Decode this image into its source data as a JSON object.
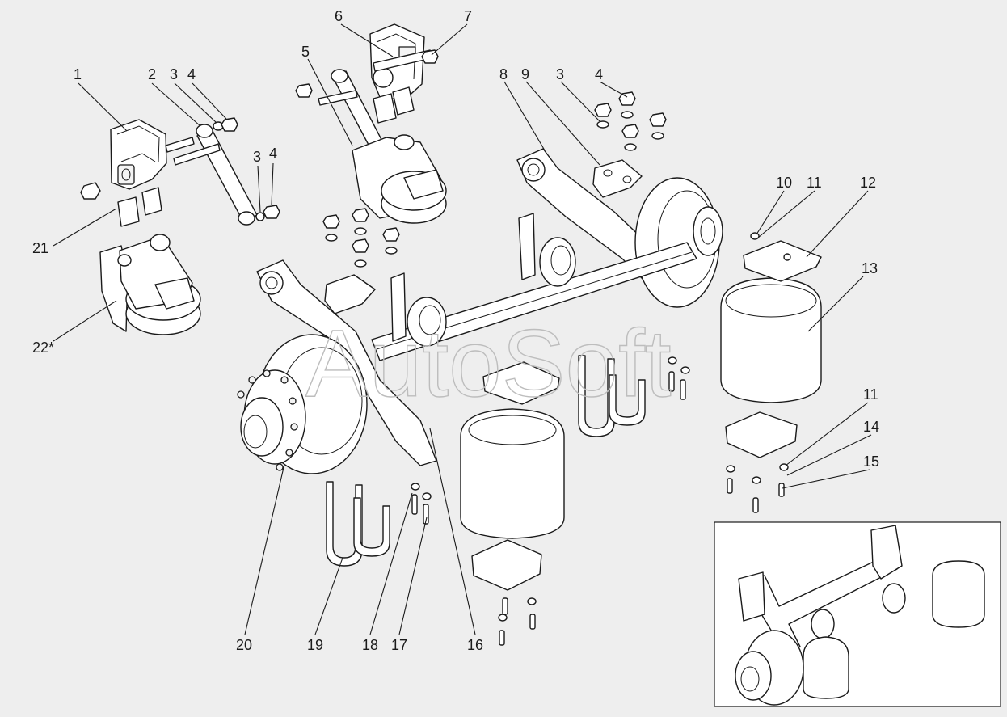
{
  "watermark": "AutoSoft",
  "callouts": [
    "1",
    "2",
    "3",
    "4",
    "3",
    "4",
    "5",
    "6",
    "7",
    "8",
    "9",
    "3",
    "4",
    "10",
    "11",
    "12",
    "13",
    "11",
    "14",
    "15",
    "16",
    "17",
    "18",
    "19",
    "20",
    "21",
    "22*"
  ]
}
